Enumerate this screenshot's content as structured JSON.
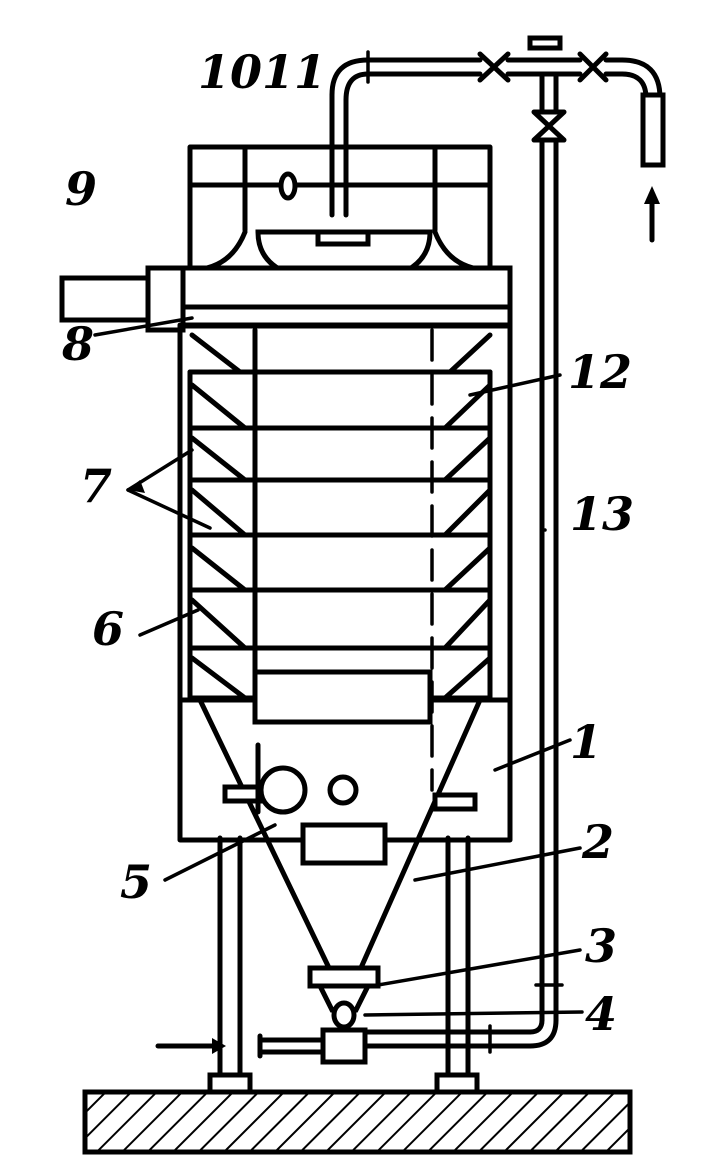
{
  "labels": {
    "l1": "1",
    "l2": "2",
    "l3": "3",
    "l4": "4",
    "l5": "5",
    "l6": "6",
    "l7": "7",
    "l8": "8",
    "l9": "9",
    "l10": "10",
    "l11": "11",
    "l12": "12",
    "l13": "13"
  },
  "colors": {
    "ink": "#000000",
    "paper": "#ffffff"
  }
}
